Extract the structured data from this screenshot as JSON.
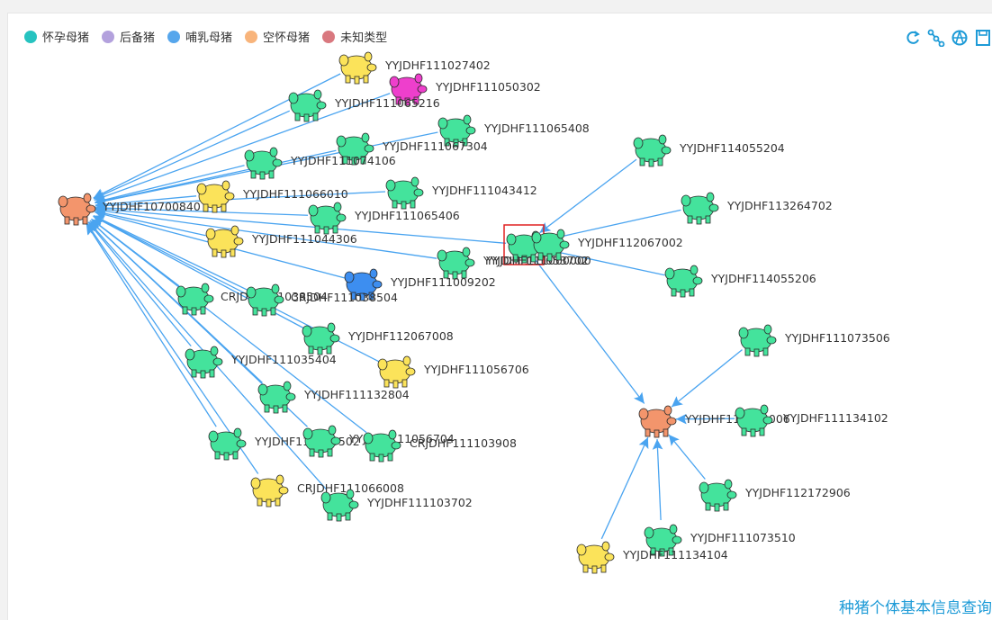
{
  "legend": [
    {
      "label": "怀孕母猪",
      "color": "#26c3c0"
    },
    {
      "label": "后备猪",
      "color": "#b3a1dd"
    },
    {
      "label": "哺乳母猪",
      "color": "#56a6ec"
    },
    {
      "label": "空怀母猪",
      "color": "#f8b47b"
    },
    {
      "label": "未知类型",
      "color": "#d9787f"
    }
  ],
  "toolbar": [
    {
      "name": "refresh-icon"
    },
    {
      "name": "graph-layout-icon"
    },
    {
      "name": "force-layout-icon"
    },
    {
      "name": "save-image-icon"
    }
  ],
  "colors": {
    "green": "#44e39c",
    "yellow": "#fbe35a",
    "orange": "#f3956c",
    "blue": "#3d8ef0",
    "magenta": "#ee3fcc",
    "edge": "#4aa4f0",
    "selected": "#e02020"
  },
  "nodes": [
    {
      "id": "hubA",
      "label": "YYJDHF10700840",
      "color": "orange"
    },
    {
      "id": "n1",
      "label": "YYJDHF111027402",
      "color": "yellow"
    },
    {
      "id": "n2",
      "label": "YYJDHF111050302",
      "color": "magenta"
    },
    {
      "id": "n3",
      "label": "YYJDHF111065216",
      "color": "green"
    },
    {
      "id": "n4",
      "label": "YYJDHF111065408",
      "color": "green"
    },
    {
      "id": "n5",
      "label": "YYJDHF111067304",
      "color": "green"
    },
    {
      "id": "n6",
      "label": "YYJDHF111074106",
      "color": "green"
    },
    {
      "id": "n7",
      "label": "YYJDHF111066010",
      "color": "yellow"
    },
    {
      "id": "n8",
      "label": "YYJDHF111043412",
      "color": "green"
    },
    {
      "id": "n9",
      "label": "YYJDHF111065406",
      "color": "green"
    },
    {
      "id": "n10",
      "label": "YYJDHF111044306",
      "color": "yellow"
    },
    {
      "id": "n11",
      "label": "YYJDHF111053702",
      "color": "green"
    },
    {
      "id": "n12",
      "label": "YYJDHF111009202",
      "color": "blue"
    },
    {
      "id": "n13",
      "label": "CRJDHF111038504",
      "color": "green"
    },
    {
      "id": "n14",
      "label": "CRJDHF111038504",
      "color": "green"
    },
    {
      "id": "n15",
      "label": "YYJDHF112067008",
      "color": "green"
    },
    {
      "id": "n16",
      "label": "YYJDHF111035404",
      "color": "green"
    },
    {
      "id": "n17",
      "label": "YYJDHF111056706",
      "color": "yellow"
    },
    {
      "id": "n18",
      "label": "YYJDHF111132804",
      "color": "green"
    },
    {
      "id": "n19",
      "label": "YYJDHF111070502",
      "color": "green"
    },
    {
      "id": "n20",
      "label": "YYJDHF111056704",
      "color": "green"
    },
    {
      "id": "n21",
      "label": "CRJDHF111103908",
      "color": "green"
    },
    {
      "id": "n22",
      "label": "CRJDHF111066008",
      "color": "yellow"
    },
    {
      "id": "n23",
      "label": "YYJDHF111103702",
      "color": "green"
    },
    {
      "id": "hubB",
      "label": "YYJDHF111000000",
      "color": "green",
      "selected": true
    },
    {
      "id": "m1",
      "label": "YYJDHF114055204",
      "color": "green"
    },
    {
      "id": "m2",
      "label": "YYJDHF113264702",
      "color": "green"
    },
    {
      "id": "m3",
      "label": "YYJDHF112067002",
      "color": "green"
    },
    {
      "id": "m4",
      "label": "YYJDHF114055206",
      "color": "green"
    },
    {
      "id": "hubC",
      "label": "YYJDHF111134006",
      "color": "orange"
    },
    {
      "id": "k1",
      "label": "YYJDHF111073506",
      "color": "green"
    },
    {
      "id": "k2",
      "label": "YYJDHF111134102",
      "color": "green"
    },
    {
      "id": "k3",
      "label": "YYJDHF112172906",
      "color": "green"
    },
    {
      "id": "k4",
      "label": "YYJDHF111073510",
      "color": "green"
    },
    {
      "id": "k5",
      "label": "YYJDHF111134104",
      "color": "yellow"
    }
  ],
  "edges": [
    [
      "n1",
      "hubA"
    ],
    [
      "n2",
      "hubA"
    ],
    [
      "n3",
      "hubA"
    ],
    [
      "n4",
      "hubA"
    ],
    [
      "n5",
      "hubA"
    ],
    [
      "n6",
      "hubA"
    ],
    [
      "n7",
      "hubA"
    ],
    [
      "n8",
      "hubA"
    ],
    [
      "n9",
      "hubA"
    ],
    [
      "n10",
      "hubA"
    ],
    [
      "n11",
      "hubA"
    ],
    [
      "n12",
      "hubA"
    ],
    [
      "n13",
      "hubA"
    ],
    [
      "n14",
      "hubA"
    ],
    [
      "n15",
      "hubA"
    ],
    [
      "n16",
      "hubA"
    ],
    [
      "n17",
      "hubA"
    ],
    [
      "n18",
      "hubA"
    ],
    [
      "n19",
      "hubA"
    ],
    [
      "n20",
      "hubA"
    ],
    [
      "n21",
      "hubA"
    ],
    [
      "n22",
      "hubA"
    ],
    [
      "n23",
      "hubA"
    ],
    [
      "hubB",
      "hubA"
    ],
    [
      "m1",
      "hubB"
    ],
    [
      "m2",
      "hubB"
    ],
    [
      "m3",
      "hubB"
    ],
    [
      "m4",
      "hubB"
    ],
    [
      "hubB",
      "hubC"
    ],
    [
      "k1",
      "hubC"
    ],
    [
      "k2",
      "hubC"
    ],
    [
      "k3",
      "hubC"
    ],
    [
      "k4",
      "hubC"
    ],
    [
      "k5",
      "hubC"
    ]
  ],
  "footer": {
    "title": "种猪个体基本信息查询"
  }
}
